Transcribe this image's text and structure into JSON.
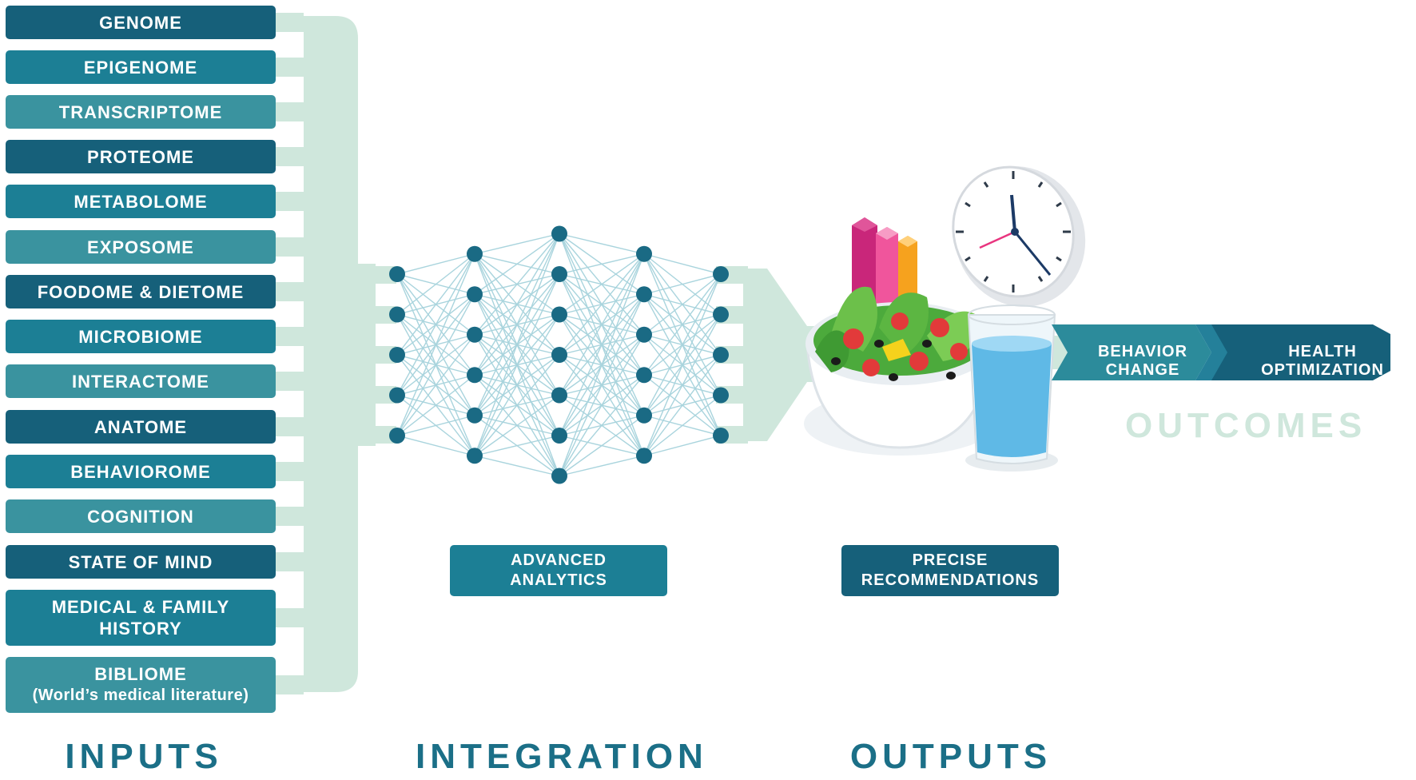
{
  "inputs": {
    "heading": "INPUTS",
    "items": [
      {
        "lines": [
          "GENOME"
        ],
        "tone": "c1"
      },
      {
        "lines": [
          "EPIGENOME"
        ],
        "tone": "c2"
      },
      {
        "lines": [
          "TRANSCRIPTOME"
        ],
        "tone": "c3"
      },
      {
        "lines": [
          "PROTEOME"
        ],
        "tone": "c1"
      },
      {
        "lines": [
          "METABOLOME"
        ],
        "tone": "c2"
      },
      {
        "lines": [
          "EXPOSOME"
        ],
        "tone": "c3"
      },
      {
        "lines": [
          "FOODOME & DIETOME"
        ],
        "tone": "c1"
      },
      {
        "lines": [
          "MICROBIOME"
        ],
        "tone": "c2"
      },
      {
        "lines": [
          "INTERACTOME"
        ],
        "tone": "c3"
      },
      {
        "lines": [
          "ANATOME"
        ],
        "tone": "c1"
      },
      {
        "lines": [
          "BEHAVIOROME"
        ],
        "tone": "c2"
      },
      {
        "lines": [
          "COGNITION"
        ],
        "tone": "c3"
      },
      {
        "lines": [
          "STATE OF MIND"
        ],
        "tone": "c1"
      },
      {
        "lines": [
          "MEDICAL  &  FAMILY",
          "HISTORY"
        ],
        "tone": "c2"
      },
      {
        "lines": [
          "BIBLIOME",
          "(World’s medical literature)"
        ],
        "tone": "c3"
      }
    ]
  },
  "integration": {
    "heading": "INTEGRATION",
    "box_lines": [
      "ADVANCED",
      "ANALYTICS"
    ]
  },
  "outputs": {
    "heading": "OUTPUTS",
    "box_lines": [
      "PRECISE",
      "RECOMMENDATIONS"
    ]
  },
  "outcomes": {
    "heading": "OUTCOMES",
    "steps": [
      {
        "lines": [
          "BEHAVIOR",
          "CHANGE"
        ]
      },
      {
        "lines": [
          "HEALTH",
          "OPTIMIZATION"
        ]
      }
    ]
  },
  "network": {
    "layers": [
      5,
      6,
      7,
      6,
      5
    ]
  },
  "colors": {
    "dark_teal": "#16607a",
    "mid_teal": "#1c7f95",
    "light_teal": "#3a939f",
    "node": "#1a6a84",
    "connector": "#cfe7dc",
    "outcomes_label": "#cfe7dc",
    "bar_magenta": "#c9267a",
    "bar_pink": "#f0559c",
    "bar_orange": "#f6a21e",
    "water": "#5fb9e6"
  },
  "illustration_icons": [
    "salad-bowl-icon",
    "clock-icon",
    "bar-chart-icon",
    "water-glass-icon"
  ]
}
